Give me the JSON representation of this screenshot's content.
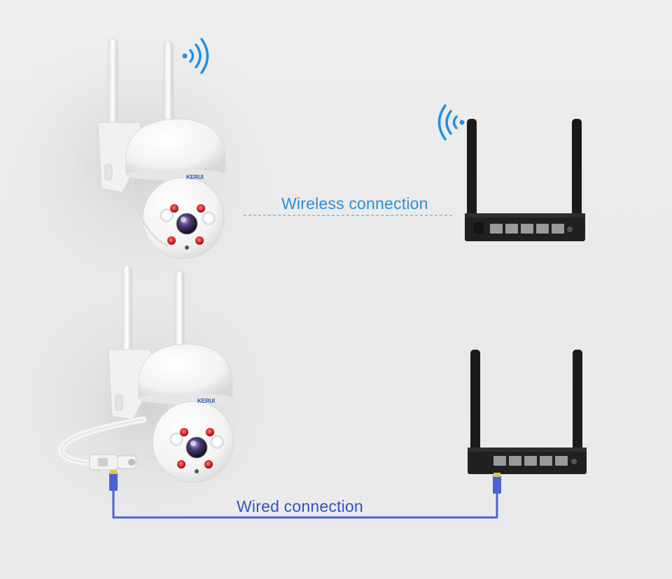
{
  "labels": {
    "wireless": "Wireless connection",
    "wired": "Wired connection"
  },
  "brand": {
    "camera_logo": "KERUI"
  },
  "colors": {
    "wireless_text": "#2d8fd6",
    "wired_text": "#2f53c4",
    "wifi_signal": "#1e90e8",
    "cable": "#4a63d6",
    "router_body": "#1a1a1a",
    "camera_body": "#f7f7f7",
    "ir_led": "#d72a2a"
  },
  "icons": [
    "wifi-signal-icon",
    "wifi-signal-icon"
  ]
}
